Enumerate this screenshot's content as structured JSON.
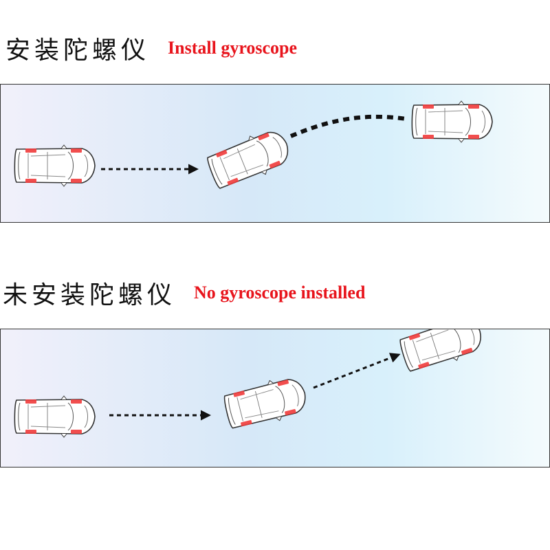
{
  "sections": [
    {
      "title_cn": "安装陀螺仪",
      "title_en": "Install gyroscope"
    },
    {
      "title_cn": "未安装陀螺仪",
      "title_en": "No gyroscope installed"
    }
  ],
  "colors": {
    "title_en": "#e8141c",
    "title_cn": "#111111",
    "wheel_marker": "#ef3b3b",
    "arrow": "#111111"
  },
  "icons": [
    "car-top-view-icon",
    "dotted-arrow-icon"
  ]
}
